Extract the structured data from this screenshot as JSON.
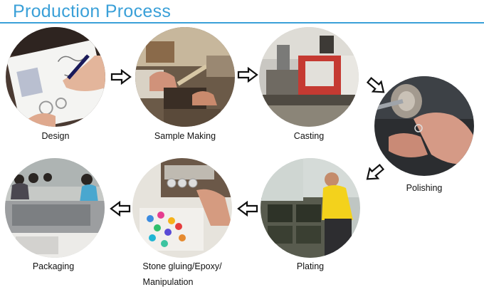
{
  "header": {
    "title": "Production Process"
  },
  "steps": [
    {
      "id": "design",
      "label": "Design"
    },
    {
      "id": "sample-making",
      "label": "Sample Making"
    },
    {
      "id": "casting",
      "label": "Casting"
    },
    {
      "id": "polishing",
      "label": "Polishing"
    },
    {
      "id": "plating",
      "label": "Plating"
    },
    {
      "id": "stone-gluing",
      "label_line1": "Stone gluing/Epoxy/",
      "label_line2": "Manipulation"
    },
    {
      "id": "packaging",
      "label": "Packaging"
    }
  ],
  "colors": {
    "title": "#3aa0d8",
    "rule": "#3aa0d8",
    "arrow_fill": "#ffffff",
    "arrow_stroke": "#111111"
  }
}
